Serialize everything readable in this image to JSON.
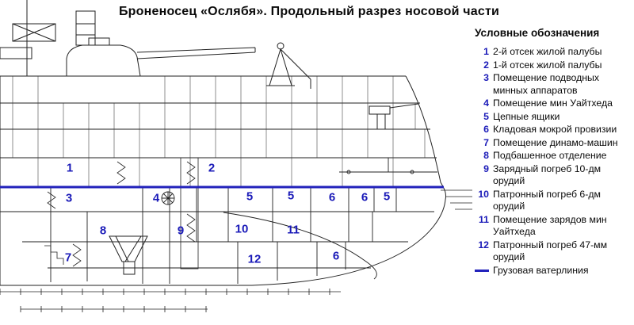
{
  "title": "Броненосец «Ослябя». Продольный разрез носовой части",
  "colors": {
    "accent_blue": "#1a1ab8",
    "waterline_blue": "#2222bb",
    "line_black": "#222222"
  },
  "legend": {
    "header": "Условные обозначения",
    "items": [
      {
        "num": "1",
        "label": "2-й отсек жилой палубы"
      },
      {
        "num": "2",
        "label": "1-й отсек жилой палубы"
      },
      {
        "num": "3",
        "label": "Помещение подводных минных аппаратов"
      },
      {
        "num": "4",
        "label": "Помещение мин Уайтхеда"
      },
      {
        "num": "5",
        "label": "Цепные ящики"
      },
      {
        "num": "6",
        "label": "Кладовая мокрой провизии"
      },
      {
        "num": "7",
        "label": "Помещение динамо-машин"
      },
      {
        "num": "8",
        "label": "Подбашенное отделение"
      },
      {
        "num": "9",
        "label": "Зарядный погреб 10-дм орудий"
      },
      {
        "num": "10",
        "label": "Патронный погреб 6-дм орудий"
      },
      {
        "num": "11",
        "label": "Помещение зарядов мин Уайтхеда"
      },
      {
        "num": "12",
        "label": "Патронный погреб 47-мм орудий"
      }
    ],
    "waterline_label": "Грузовая ватерлиния"
  },
  "diagram": {
    "numbers": [
      {
        "num": "1"
      },
      {
        "num": "2"
      },
      {
        "num": "3"
      },
      {
        "num": "4"
      },
      {
        "num": "5"
      },
      {
        "num": "5"
      },
      {
        "num": "6"
      },
      {
        "num": "6"
      },
      {
        "num": "5"
      },
      {
        "num": "8"
      },
      {
        "num": "9"
      },
      {
        "num": "10"
      },
      {
        "num": "11"
      },
      {
        "num": "7"
      },
      {
        "num": "12"
      },
      {
        "num": "6"
      }
    ]
  }
}
